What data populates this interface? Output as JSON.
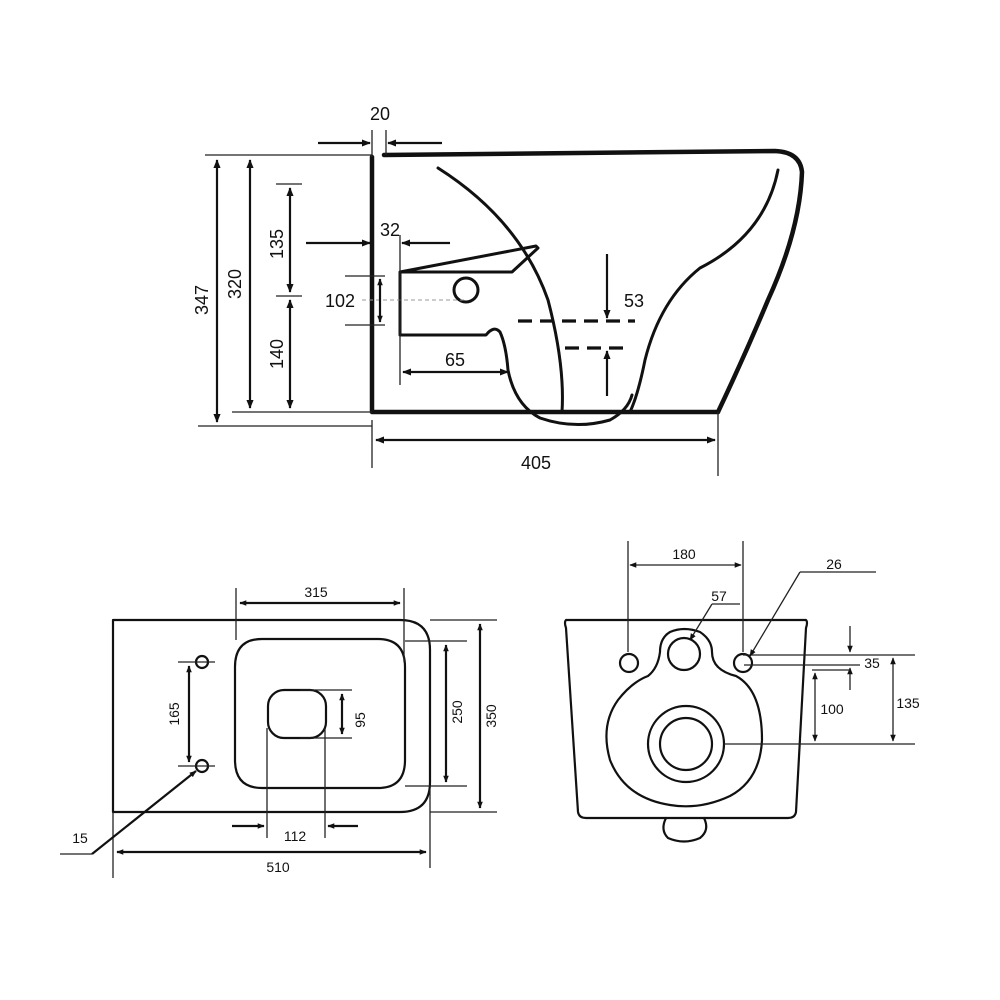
{
  "side_view": {
    "dims": {
      "d20": "20",
      "d32": "32",
      "d347": "347",
      "d320": "320",
      "d135": "135",
      "d102": "102",
      "d140": "140",
      "d53": "53",
      "d65": "65",
      "d405": "405"
    }
  },
  "top_view": {
    "dims": {
      "d315": "315",
      "d165": "165",
      "d95": "95",
      "d250": "250",
      "d350": "350",
      "d15": "15",
      "d112": "112",
      "d510": "510"
    }
  },
  "rear_view": {
    "dims": {
      "d180": "180",
      "d26": "26",
      "d57": "57",
      "d35": "35",
      "d100": "100",
      "d135": "135"
    }
  }
}
